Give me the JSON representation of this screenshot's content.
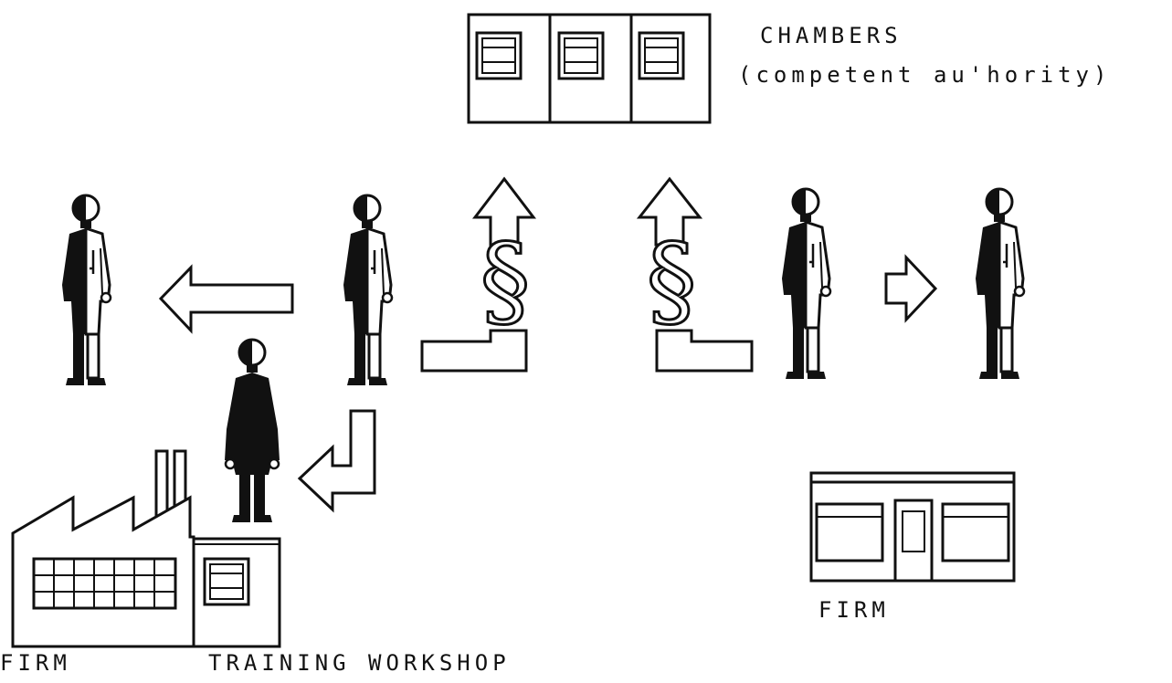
{
  "labels": {
    "chambers": "CHAMBERS",
    "authority": "(competent au'hority)",
    "firm_left": "FIRM",
    "training_workshop": "TRAINING  WORKSHOP",
    "firm_right": "FIRM"
  },
  "symbols": {
    "section_sign": "§"
  },
  "colors": {
    "ink": "#111111",
    "paper": "#ffffff"
  }
}
